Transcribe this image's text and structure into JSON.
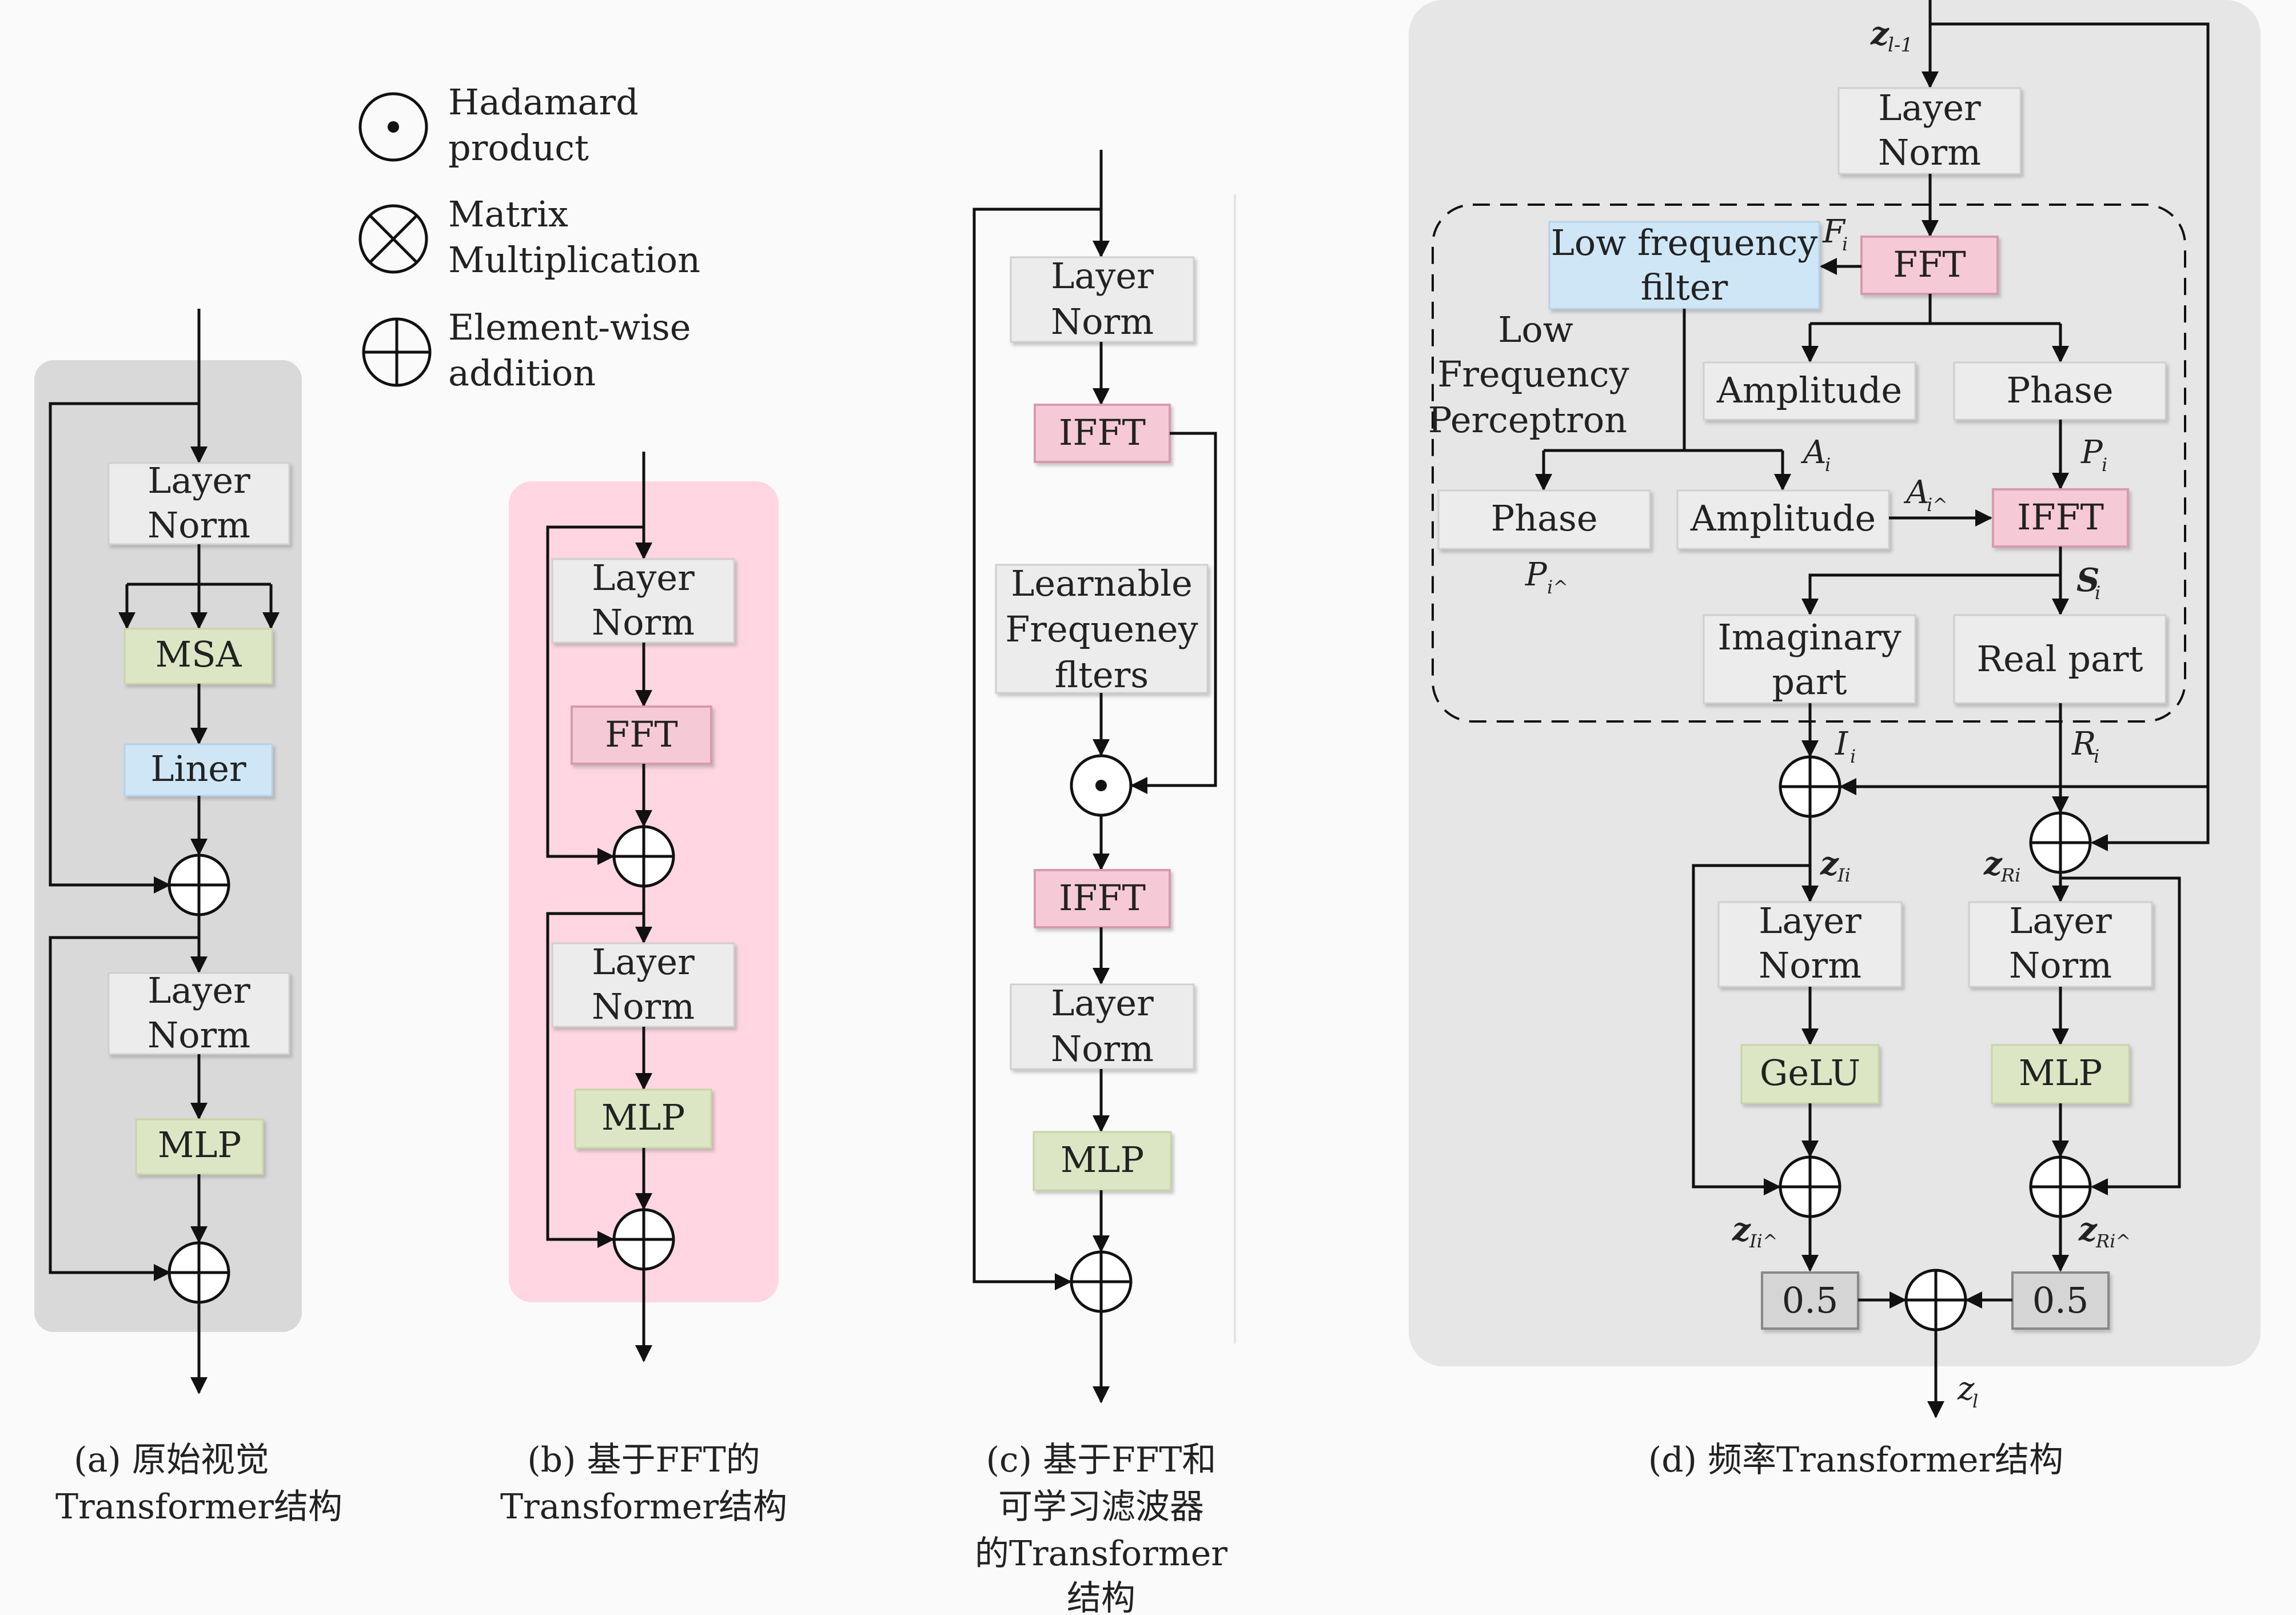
{
  "legend": {
    "hadamard": [
      "Hadamard",
      "product"
    ],
    "matmul": [
      "Matrix",
      "Multiplication"
    ],
    "add": [
      "Element-wise",
      "addition"
    ]
  },
  "panel_a": {
    "layer_norm_1": [
      "Layer",
      "Norm"
    ],
    "msa": "MSA",
    "liner": "Liner",
    "layer_norm_2": [
      "Layer",
      "Norm"
    ],
    "mlp": "MLP",
    "caption": [
      "(a) 原始视觉",
      "Transformer结构"
    ]
  },
  "panel_b": {
    "layer_norm_1": [
      "Layer",
      "Norm"
    ],
    "fft": "FFT",
    "layer_norm_2": [
      "Layer",
      "Norm"
    ],
    "mlp": "MLP",
    "caption": [
      "(b) 基于FFT的",
      "Transformer结构"
    ]
  },
  "panel_c": {
    "layer_norm_1": [
      "Layer",
      "Norm"
    ],
    "ifft_1": "IFFT",
    "filters": [
      "Learnable",
      "Frequeney",
      "flters"
    ],
    "ifft_2": "IFFT",
    "layer_norm_2": [
      "Layer",
      "Norm"
    ],
    "mlp": "MLP",
    "caption": [
      "(c) 基于FFT和",
      "可学习滤波器",
      "的Transformer",
      "结构"
    ]
  },
  "panel_d": {
    "z_in": "z",
    "z_in_sub": "l-1",
    "layer_norm_top": [
      "Layer",
      "Norm"
    ],
    "low_freq_filter": [
      "Low frequency",
      "filter"
    ],
    "fft": "FFT",
    "f_i": "F",
    "lfp_label": [
      "Low",
      "Frequency",
      "Perceptron"
    ],
    "amplitude_1": "Amplitude",
    "phase_1": "Phase",
    "a_i": "A",
    "p_i": "P",
    "phase_2": "Phase",
    "amplitude_2": "Amplitude",
    "a_i_hat": "A",
    "ifft": "IFFT",
    "p_i_hat": "P",
    "s_i": "S",
    "imaginary": [
      "Imaginary",
      "part"
    ],
    "real": "Real part",
    "i_i": "I",
    "r_i": "R",
    "z_ii": "z",
    "z_ii_sub": "Ii",
    "z_ri": "z",
    "z_ri_sub": "Ri",
    "layer_norm_left": [
      "Layer",
      "Norm"
    ],
    "layer_norm_right": [
      "Layer",
      "Norm"
    ],
    "gelu": "GeLU",
    "mlp": "MLP",
    "z_ii_hat_sub": "Ii^",
    "z_ri_hat_sub": "Ri^",
    "half_left": "0.5",
    "half_right": "0.5",
    "z_out": "z",
    "z_out_sub": "l",
    "caption": "(d) 频率Transformer结构"
  },
  "colors": {
    "gray_box": "#ececec",
    "green_box": "#dce6c4",
    "blue_box": "#cfe6f6",
    "pink_box": "#f6c9d6",
    "panel_a_bg": "#d9d9d9",
    "panel_b_bg": "#ffd6e1",
    "panel_d_bg": "#e6e6e6"
  }
}
